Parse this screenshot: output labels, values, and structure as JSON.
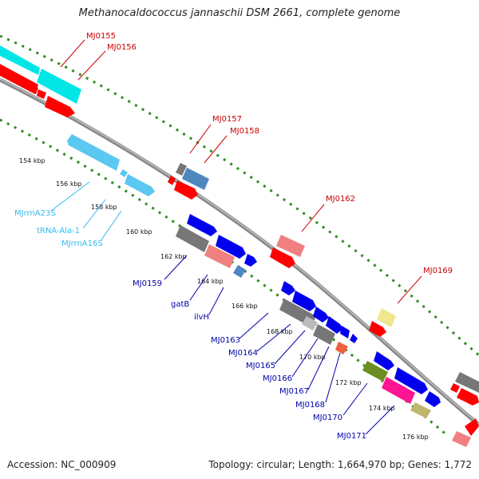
{
  "title": "Methanocaldococcus jannaschii DSM 2661, complete genome",
  "accession": "Accession: NC_000909",
  "stats": "Topology: circular; Length: 1,664,970 bp; Genes: 1,772",
  "colors": {
    "backbone": "#8a8a8a",
    "dot_track": "#2e8b1e",
    "gene_red": "#ff0000",
    "gene_cyan": "#00e5e5",
    "gene_lightblue": "#5ac8f0",
    "gene_blue": "#0000ee",
    "gene_gray": "#777777",
    "gene_steel": "#4f86c0",
    "gene_pink": "#f08080",
    "gene_magenta": "#ff1493",
    "gene_olive": "#6b8e23",
    "gene_khaki": "#bdb76b",
    "gene_yellow": "#f0e68c",
    "label_red": "#cc0000",
    "label_blue": "#0000aa",
    "label_cyan": "#33bbee"
  },
  "kbp_ticks": [
    "154 kbp",
    "156 kbp",
    "158 kbp",
    "160 kbp",
    "162 kbp",
    "164 kbp",
    "166 kbp",
    "168 kbp",
    "170 kbp",
    "172 kbp",
    "174 kbp",
    "176 kbp"
  ],
  "labels_top": [
    "MJ0155",
    "MJ0156",
    "MJ0157",
    "MJ0158",
    "MJ0162",
    "MJ0169"
  ],
  "labels_rna": [
    "MJrrnA23S",
    "tRNA-Ala-1",
    "MJrrnA16S"
  ],
  "labels_bottom": [
    "MJ0159",
    "gatB",
    "ilvH",
    "MJ0163",
    "MJ0164",
    "MJ0165",
    "MJ0166",
    "MJ0167",
    "MJ0168",
    "MJ0170",
    "MJ0171"
  ]
}
